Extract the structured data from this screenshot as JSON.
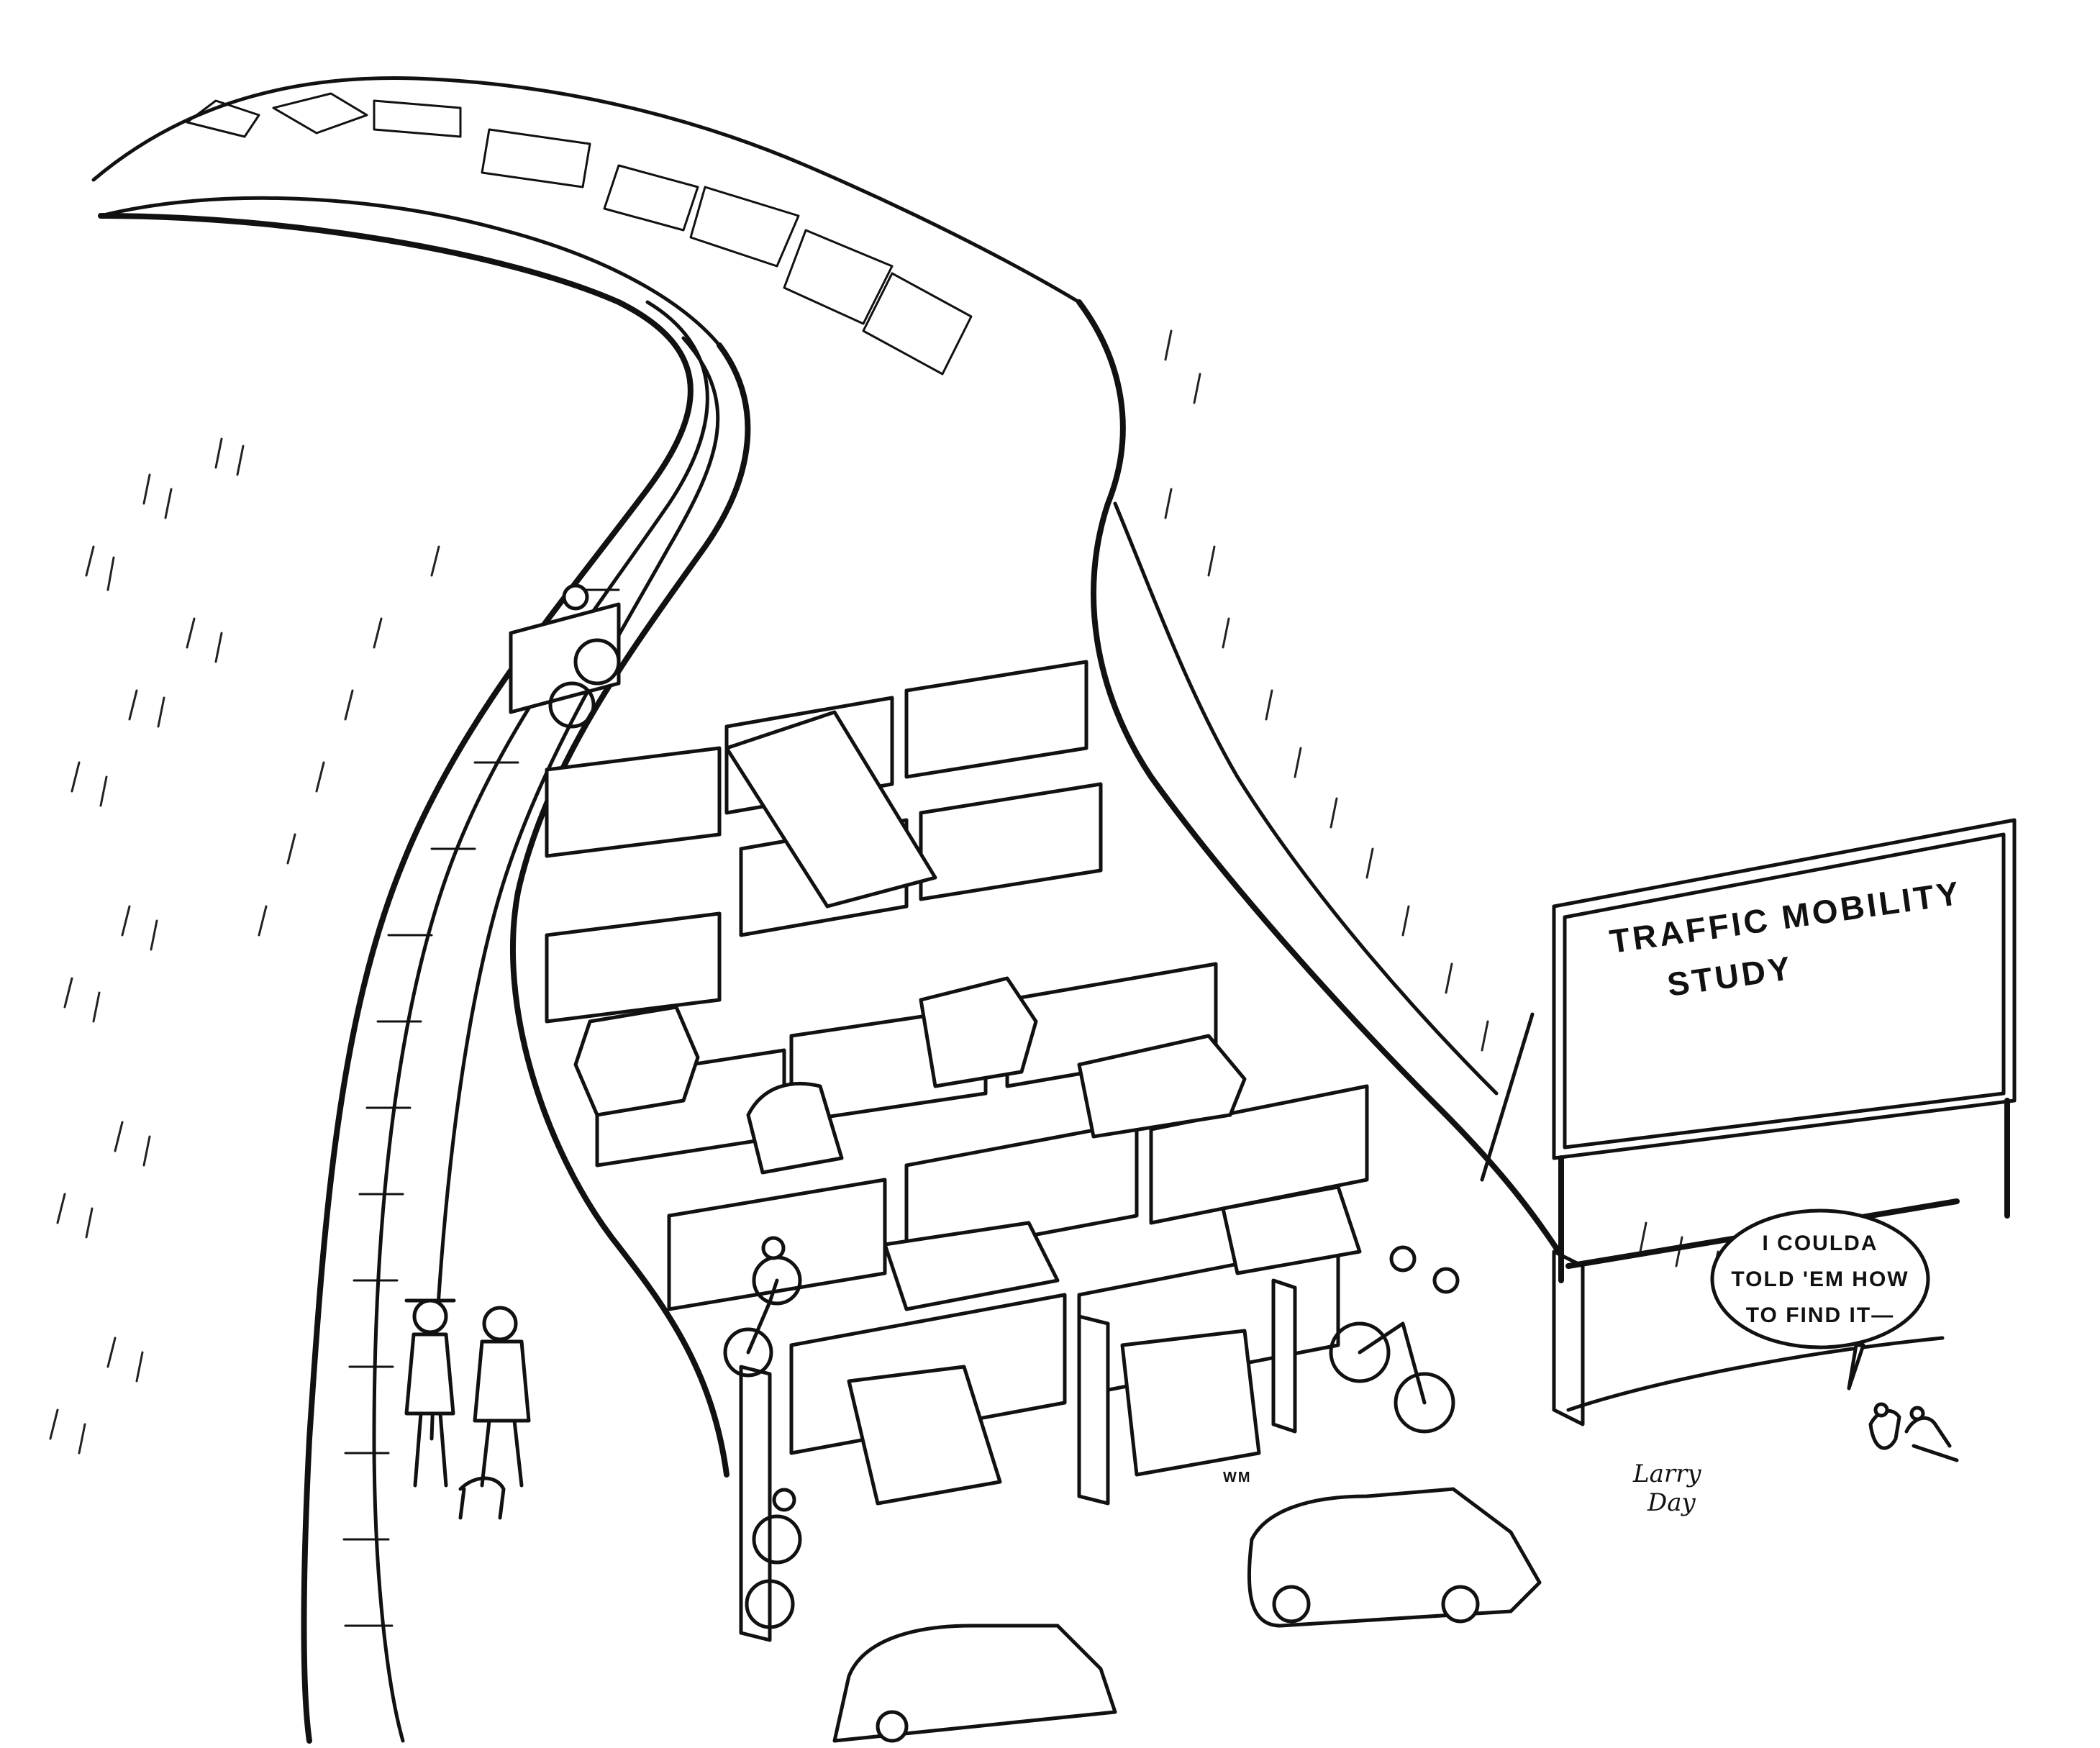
{
  "sign": {
    "line1": "TRAFFIC MOBILITY",
    "line2": "STUDY"
  },
  "speech_bubble": {
    "line1": "I COULDA",
    "line2": "TOLD 'EM HOW",
    "line3": "TO FIND IT—"
  },
  "signature": {
    "line1": "Larry",
    "line2": "Day"
  },
  "car_plates": {
    "truck_plate": "WM"
  }
}
